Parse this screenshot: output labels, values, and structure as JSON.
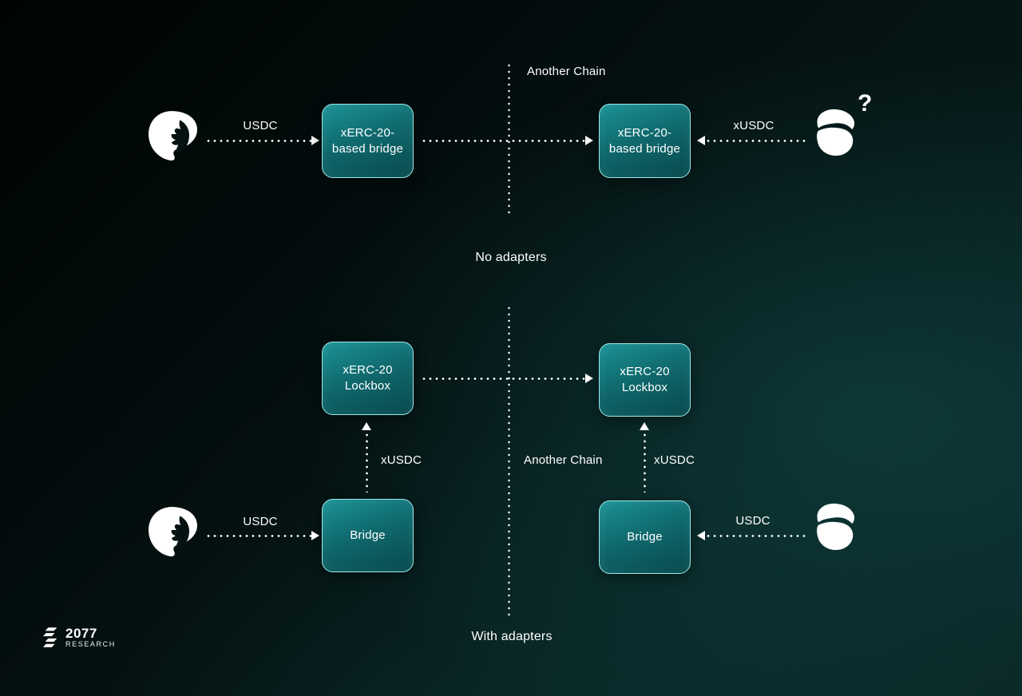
{
  "diagram": {
    "top": {
      "chain_label": "Another Chain",
      "caption": "No adapters",
      "left_token": "USDC",
      "right_token": "xUSDC",
      "question_mark": "?",
      "left_box_line1": "xERC-20-",
      "left_box_line2": "based bridge",
      "right_box_line1": "xERC-20-",
      "right_box_line2": "based bridge"
    },
    "bottom": {
      "chain_label": "Another Chain",
      "caption": "With adapters",
      "left_lockbox_line1": "xERC-20",
      "left_lockbox_line2": "Lockbox",
      "right_lockbox_line1": "xERC-20",
      "right_lockbox_line2": "Lockbox",
      "left_bridge": "Bridge",
      "right_bridge": "Bridge",
      "left_token": "USDC",
      "right_token": "USDC",
      "left_xtoken": "xUSDC",
      "right_xtoken": "xUSDC"
    },
    "icons": {
      "left_actor": "woman-user-icon",
      "right_actor": "man-user-icon"
    }
  },
  "logo": {
    "title": "2077",
    "subtitle": "RESEARCH"
  },
  "colors": {
    "background_dark": "#020808",
    "background_teal": "#0a2424",
    "box_gradient_top": "#1b9296",
    "box_gradient_bottom": "#07494d",
    "box_border": "#9be8e8",
    "text": "#ffffff"
  }
}
